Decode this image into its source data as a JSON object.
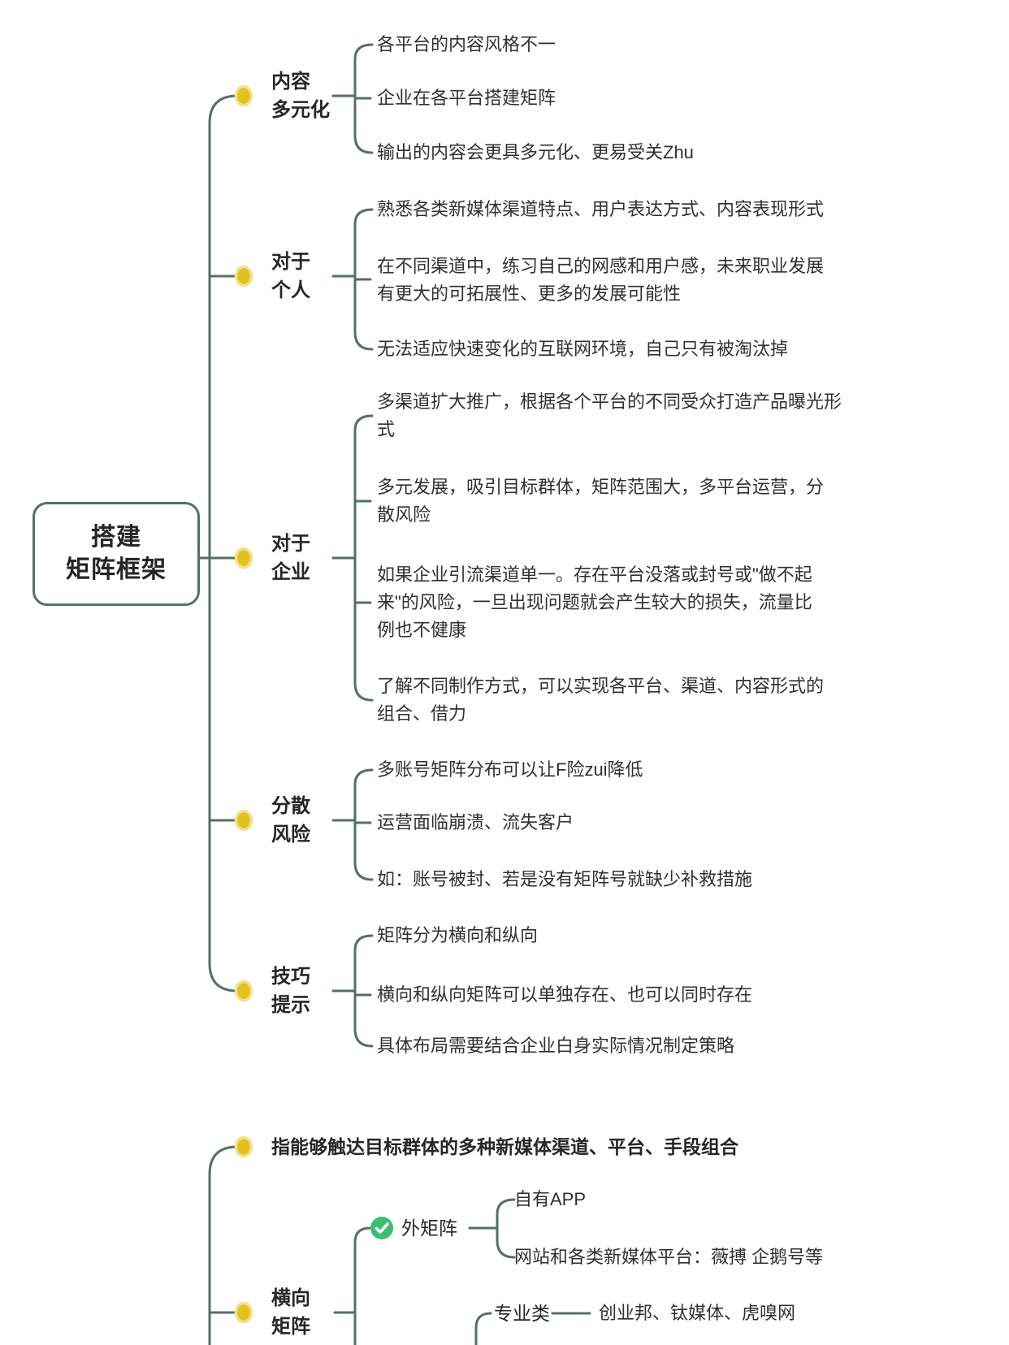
{
  "colors": {
    "line": "#527265",
    "dot": "#e4c11b",
    "dot_halo": "#f0e291",
    "check": "#3cbd72",
    "text": "#262626"
  },
  "root": {
    "lines": [
      "搭建",
      "矩阵框架"
    ]
  },
  "branches": [
    {
      "label_lines": [
        "内容",
        "多元化"
      ],
      "children": [
        "各平台的内容风格不一",
        "企业在各平台搭建矩阵",
        "输出的内容会更具多元化、更易受关Zhu"
      ]
    },
    {
      "label_lines": [
        "对于",
        "个人"
      ],
      "children": [
        "熟悉各类新媒体渠道特点、用户表达方式、内容表现形式",
        "在不同渠道中，练习自己的网感和用户感，未来职业发展有更大的可拓展性、更多的发展可能性",
        "无法适应快速变化的互联网环境，自己只有被淘汰掉"
      ]
    },
    {
      "label_lines": [
        "对于",
        "企业"
      ],
      "children": [
        "多渠道扩大推广，根据各个平台的不同受众打造产品曝光形式",
        "多元发展，吸引目标群体，矩阵范围大，多平台运营，分散风险",
        "如果企业引流渠道单一。存在平台没落或封号或\"做不起来\"的风险，一旦出现问题就会产生较大的损失，流量比例也不健康",
        "了解不同制作方式，可以实现各平台、渠道、内容形式的组合、借力"
      ]
    },
    {
      "label_lines": [
        "分散",
        "风险"
      ],
      "children": [
        "多账号矩阵分布可以让F险zui降低",
        "运营面临崩溃、流失客户",
        "如：账号被封、若是没有矩阵号就缺少补救措施"
      ]
    },
    {
      "label_lines": [
        "技巧",
        "提示"
      ],
      "children": [
        "矩阵分为横向和纵向",
        "横向和纵向矩阵可以单独存在、也可以同时存在",
        "具体布局需要结合企业白身实际情况制定策略"
      ]
    }
  ],
  "bottom": {
    "definition": "指能够触达目标群体的多种新媒体渠道、平台、手段组合",
    "horizontal_matrix": {
      "label_lines": [
        "横向",
        "矩阵"
      ]
    },
    "outer_matrix": {
      "label": "外矩阵",
      "children": [
        "自有APP",
        "网站和各类新媒体平台：薇搏 企鹅号等"
      ]
    },
    "professional": {
      "label": "专业类",
      "value": "创业邦、钛媒体、虎嗅网"
    }
  }
}
